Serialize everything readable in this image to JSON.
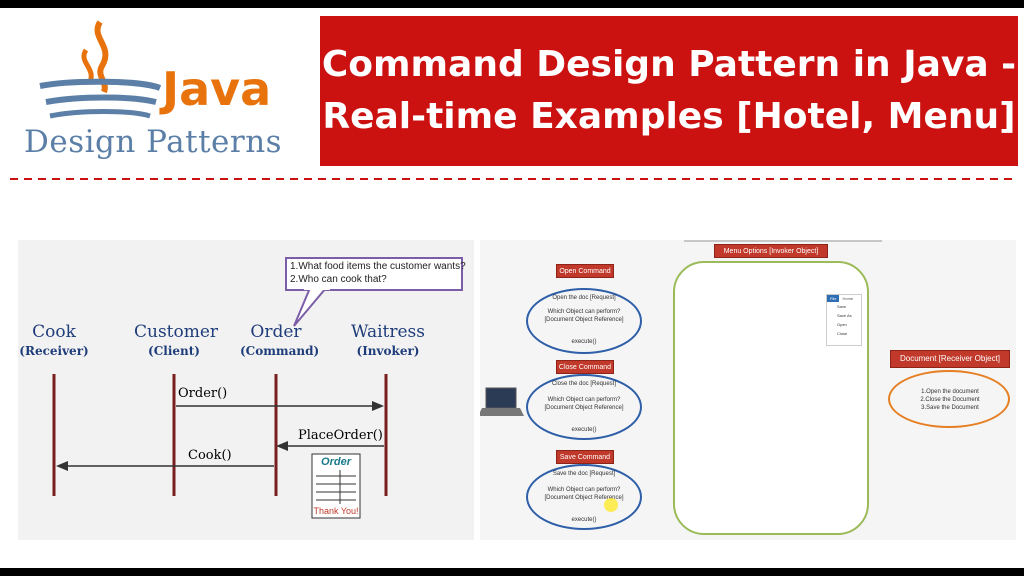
{
  "logo": {
    "java_text": "Java",
    "subtitle": "Design Patterns"
  },
  "banner": {
    "line1": "Command Design Pattern in Java -",
    "line2": "Real-time Examples [Hotel, Menu]"
  },
  "hotel_diagram": {
    "note_line1": "1.What food items the customer wants?",
    "note_line2": "2.Who can cook that?",
    "actors": [
      {
        "name": "Cook",
        "role": "(Receiver)"
      },
      {
        "name": "Customer",
        "role": "(Client)"
      },
      {
        "name": "Order",
        "role": "(Command)"
      },
      {
        "name": "Waitress",
        "role": "(Invoker)"
      }
    ],
    "messages": [
      "Order()",
      "PlaceOrder()",
      "Cook()"
    ],
    "order_card_title": "Order",
    "order_card_footer": "Thank You!"
  },
  "menu_diagram": {
    "commands": [
      {
        "label": "Open Command",
        "request": "Open the doc [Request]",
        "question": "Which Object can perform? [Document Object Reference]",
        "method": "execute()"
      },
      {
        "label": "Close Command",
        "request": "Close the doc [Request]",
        "question": "Which Object can perform? [Document Object Reference]",
        "method": "execute()"
      },
      {
        "label": "Save Command",
        "request": "Save the doc [Request]",
        "question": "Which Object can perform? [Document Object Reference]",
        "method": "execute()"
      }
    ],
    "invoker_label": "Menu Options [Invoker Object]",
    "menu_tabs": [
      "File",
      "Home"
    ],
    "menu_items": [
      "Save",
      "Save As",
      "Open",
      "Close"
    ],
    "receiver_label": "Document [Receiver Object]",
    "receiver_lines": [
      "1.Open the document",
      "2.Close the Document",
      "3.Save the Document"
    ]
  },
  "colors": {
    "banner_red": "#cc1111",
    "java_orange": "#e8730c",
    "actor_blue": "#1f3d7a",
    "command_red": "#c0392b",
    "invoker_green": "#9bbb59",
    "receiver_orange": "#e67e22"
  }
}
